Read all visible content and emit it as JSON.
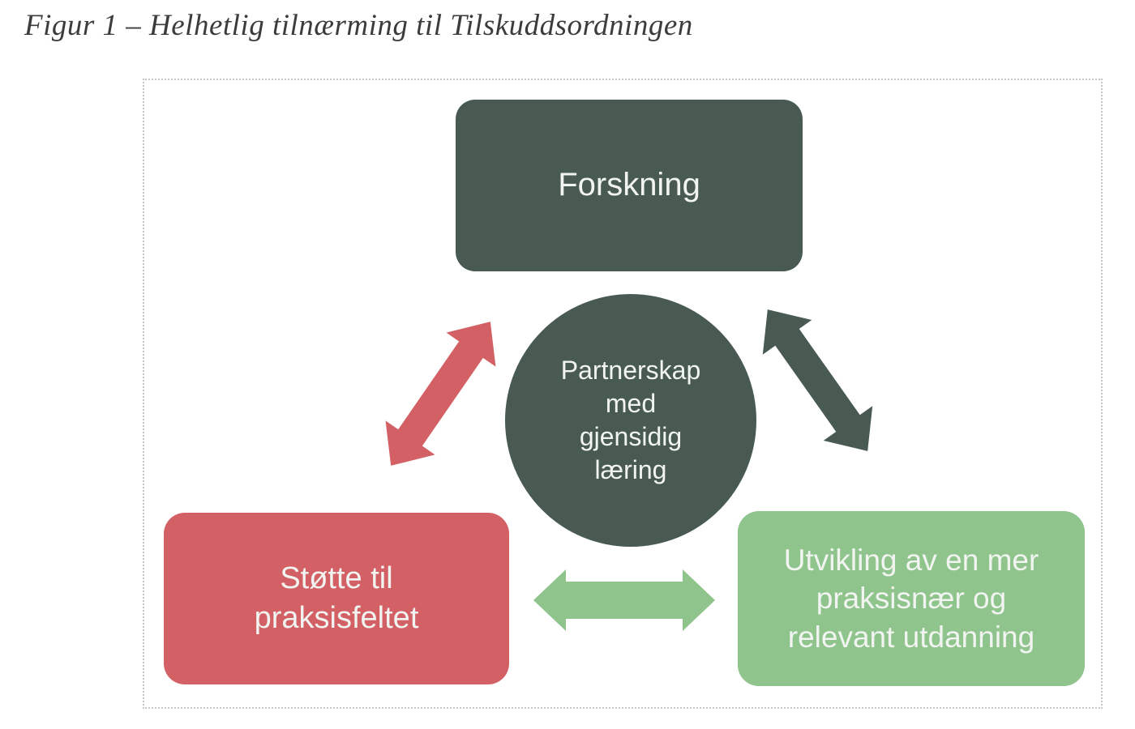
{
  "figure_title": "Figur 1 – Helhetlig tilnærming til Tilskuddsordningen",
  "nodes": {
    "forskning": {
      "label": "Forskning",
      "color": "#485A52"
    },
    "partnerskap": {
      "label": "Partnerskap\nmed\ngjensidig\nlæring",
      "color": "#485A52"
    },
    "stotte": {
      "label": "Støtte til\npraksisfeltet",
      "color": "#D26064"
    },
    "utvikling": {
      "label": "Utvikling av en mer\npraksisnær og\nrelevant utdanning",
      "color": "#8FC48C"
    }
  },
  "arrows": [
    {
      "name": "forskning-stotte",
      "direction": "both",
      "color": "#D26064"
    },
    {
      "name": "forskning-utvikling",
      "direction": "both",
      "color": "#485A52"
    },
    {
      "name": "stotte-utvikling",
      "direction": "both",
      "color": "#8FC48C"
    }
  ],
  "colors": {
    "text": "#F1F4F0",
    "title_text": "#3C3C3C",
    "frame_border": "#C6C6C6",
    "background": "#FFFFFF"
  }
}
